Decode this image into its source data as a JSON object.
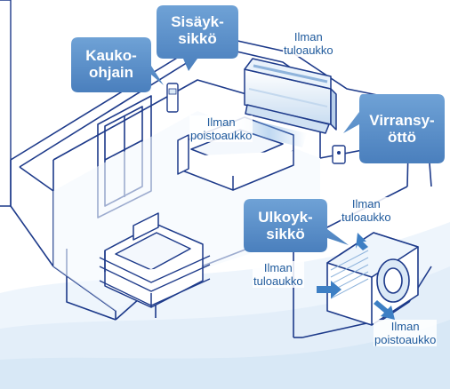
{
  "colors": {
    "line": "#1d3a8a",
    "callout_fill": "#5b8fc9",
    "label_text": "#1f5a9c",
    "floor_tint": "#e4eff9",
    "unit_fill": "#dbe9f6",
    "arrow": "#3d7fc4"
  },
  "callouts": {
    "indoor_unit": [
      "Sisäyk-",
      "sikkö"
    ],
    "remote": [
      "Kauko-",
      "ohjain"
    ],
    "power": [
      "Virransy-",
      "öttö"
    ],
    "outdoor_unit": [
      "Ulkoyk-",
      "sikkö"
    ]
  },
  "labels": {
    "indoor_inlet": [
      "Ilman",
      "tuloaukko"
    ],
    "indoor_outlet": [
      "Ilman",
      "poistoaukko"
    ],
    "outdoor_inlet_top": [
      "Ilman",
      "tuloaukko"
    ],
    "outdoor_inlet_left": [
      "Ilman",
      "tuloaukko"
    ],
    "outdoor_outlet": [
      "Ilman",
      "poistoaukko"
    ]
  }
}
